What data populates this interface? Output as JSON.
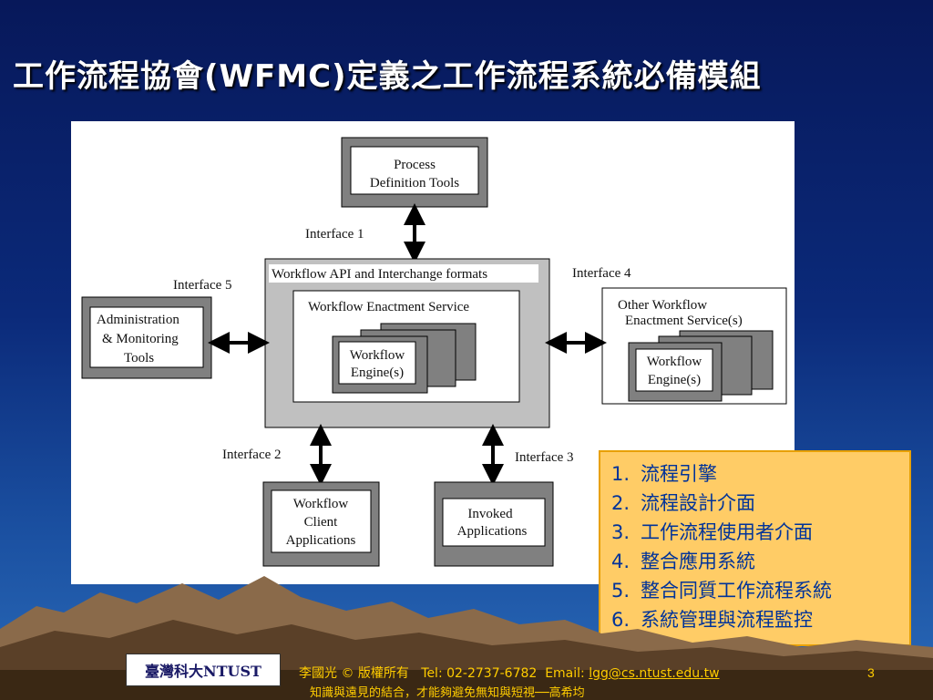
{
  "slide": {
    "title": "工作流程協會(WFMC)定義之工作流程系統必備模組",
    "page_number": "3"
  },
  "diagram": {
    "process_definition": [
      "Process",
      "Definition Tools"
    ],
    "interface1": "Interface 1",
    "interface2": "Interface 2",
    "interface3": "Interface 3",
    "interface4": "Interface 4",
    "interface5": "Interface 5",
    "api_label": "Workflow API and Interchange formats",
    "enactment_service": "Workflow Enactment Service",
    "engine": [
      "Workflow",
      "Engine(s)"
    ],
    "admin": [
      "Administration",
      "& Monitoring",
      "Tools"
    ],
    "other_workflow": [
      "Other Workflow",
      "Enactment Service(s)"
    ],
    "other_engine": [
      "Workflow",
      "Engine(s)"
    ],
    "client": [
      "Workflow",
      "Client",
      "Applications"
    ],
    "invoked": [
      "Invoked",
      "Applications"
    ]
  },
  "legend": {
    "items": [
      {
        "num": "1.",
        "text": "流程引擎"
      },
      {
        "num": "2.",
        "text": "流程設計介面"
      },
      {
        "num": "3.",
        "text": "工作流程使用者介面"
      },
      {
        "num": "4.",
        "text": "整合應用系統"
      },
      {
        "num": "5.",
        "text": "整合同質工作流程系統"
      },
      {
        "num": "6.",
        "text": "系統管理與流程監控"
      }
    ]
  },
  "footer": {
    "logo_text": "臺灣科大NTUST",
    "author": "李國光 © 版權所有",
    "tel": "Tel: 02-2737-6782",
    "email_label": "Email:",
    "email": "lgg@cs.ntust.edu.tw",
    "quote": "知識與遠見的結合，才能夠避免無知與短視──高希均"
  }
}
